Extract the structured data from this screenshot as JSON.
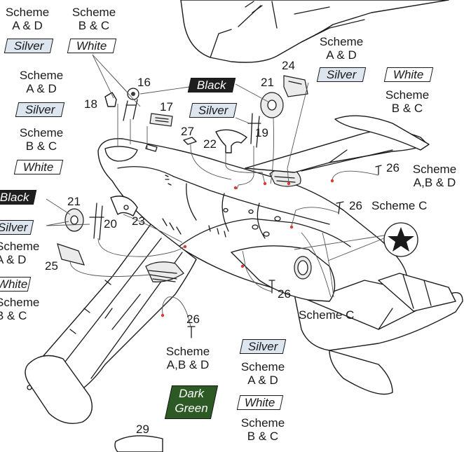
{
  "labels": {
    "scheme_ad": "Scheme\nA & D",
    "scheme_bc": "Scheme\nB & C",
    "scheme_abd": "Scheme\nA,B & D",
    "scheme_c": "Scheme C",
    "silver": "Silver",
    "white": "White",
    "black": "Black",
    "dark_green": "Dark\nGreen"
  },
  "parts": {
    "p16": "16",
    "p17": "17",
    "p18": "18",
    "p19": "19",
    "p20": "20",
    "p21a": "21",
    "p21b": "21",
    "p22": "22",
    "p23": "23",
    "p24": "24",
    "p25": "25",
    "p26a": "26",
    "p26b": "26",
    "p26c": "26",
    "p26d": "26",
    "p27": "27",
    "p29": "29"
  },
  "colors": {
    "silver": "#dde6ef",
    "white": "#ffffff",
    "black": "#1e1e1e",
    "dark_green": "#2d5a24",
    "marker_red": "#d63a3a"
  },
  "insignia": "star-insignia-icon"
}
